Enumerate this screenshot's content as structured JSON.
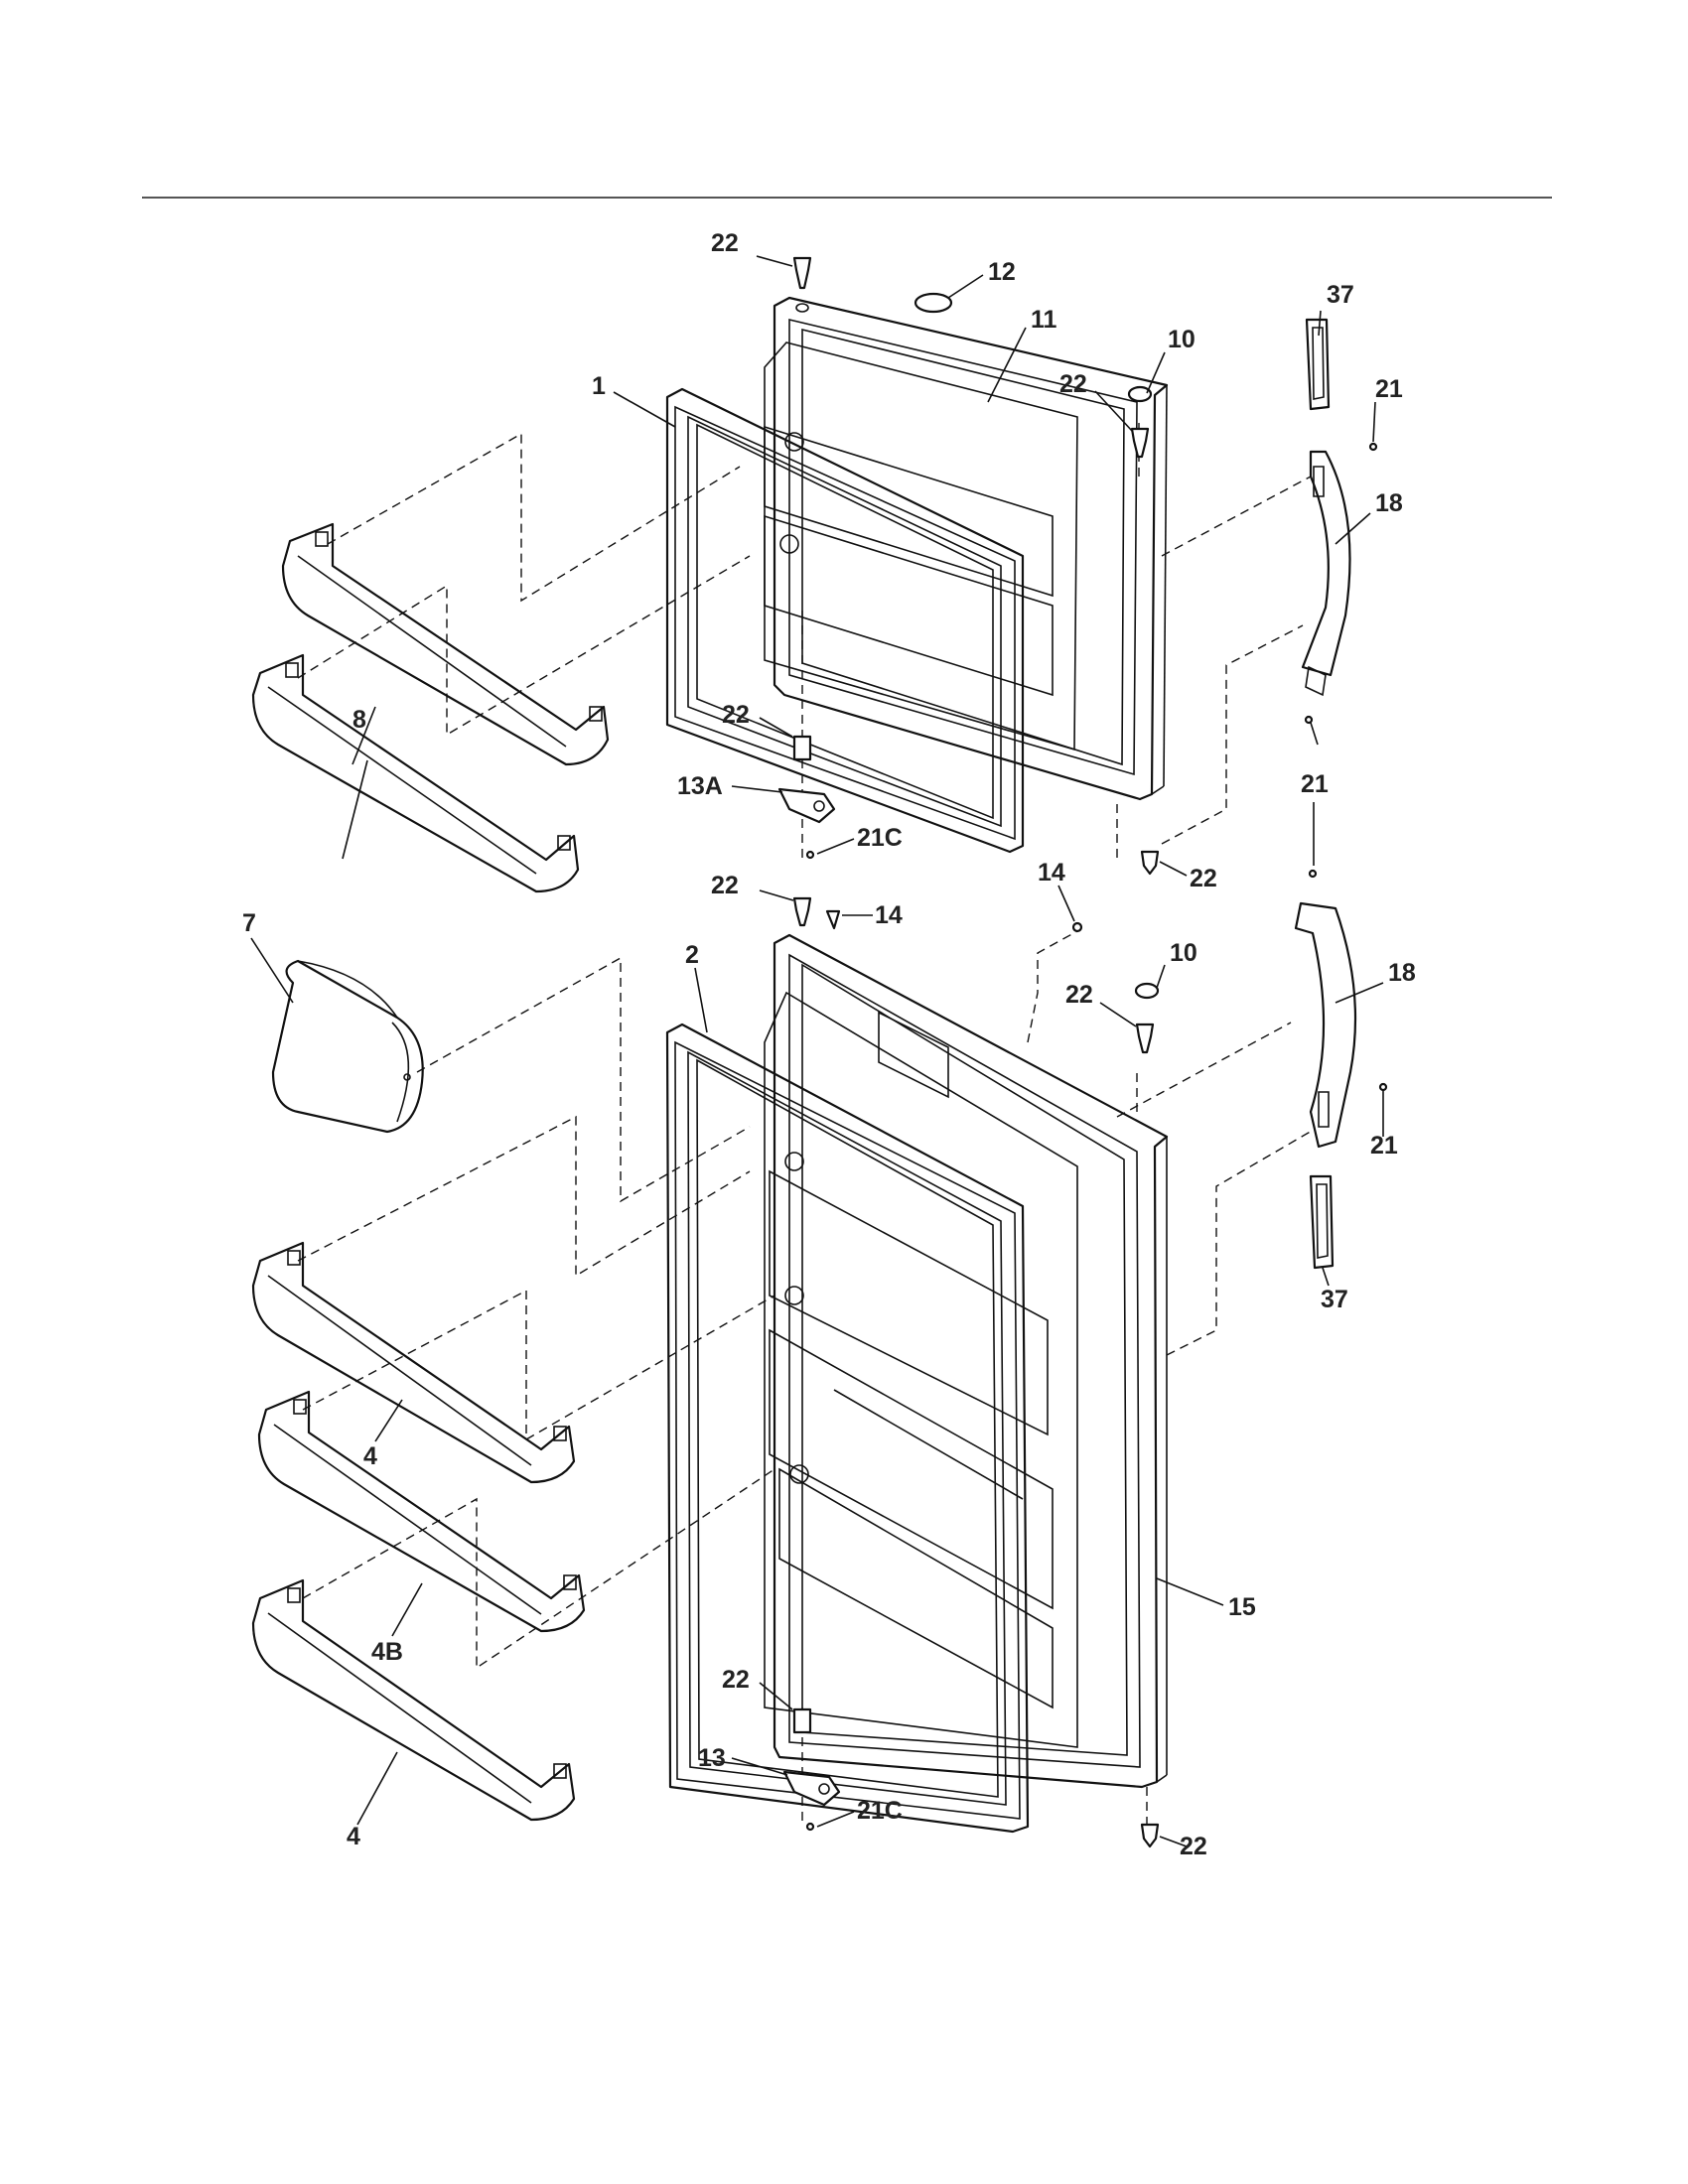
{
  "labels": {
    "door_freezer": "1",
    "door_fresh_food": "2",
    "shelf_4_mid": "4",
    "shelf_4_bottom": "4",
    "shelf_4b": "4B",
    "egg_butter_bin": "7",
    "freezer_shelf": "8",
    "plug_top": "10",
    "plug_bottom": "10",
    "freezer_outer_door": "11",
    "top_cap": "12",
    "hinge_13": "13",
    "hinge_13a": "13A",
    "screw_14_left": "14",
    "screw_14_right": "14",
    "fresh_outer_door": "15",
    "handle_upper": "18",
    "handle_lower": "18",
    "screw_21_top": "21",
    "screw_21_mid": "21",
    "screw_21_lower": "21",
    "screw_21c_upper": "21C",
    "screw_21c_lower": "21C",
    "bushing_22_top": "22",
    "bushing_22_upper_right": "22",
    "bushing_22_upper_hinge": "22",
    "bushing_22_upper_bottom": "22",
    "bushing_22_middle_left": "22",
    "bushing_22_lower_right": "22",
    "bushing_22_lower_hinge": "22",
    "bushing_22_bottom": "22",
    "end_cap_top": "37",
    "end_cap_bottom": "37"
  }
}
